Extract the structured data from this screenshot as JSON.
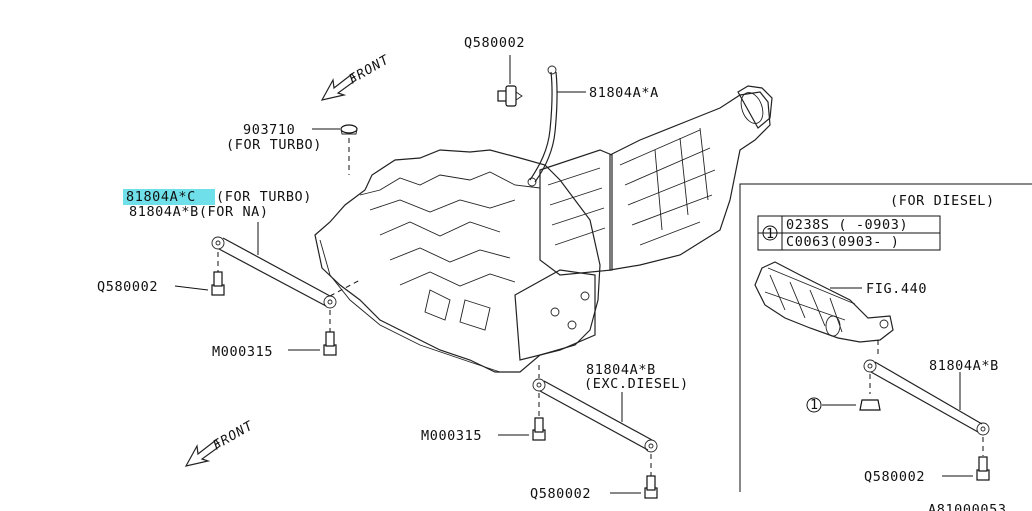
{
  "colors": {
    "highlight": "#6fe0ea",
    "ink": "#111111"
  },
  "front_arrows": {
    "top_label": "FRONT",
    "bottom_label": "FRONT"
  },
  "labels": {
    "q580002_top": "Q580002",
    "part_81804AxA": "81804A*A",
    "part_903710": "903710",
    "for_turbo_1": "(FOR TURBO)",
    "part_81804AxC": "81804A*C",
    "for_turbo_2": "(FOR TURBO)",
    "part_81804AxB_na": "81804A*B(FOR NA)",
    "q580002_left": "Q580002",
    "m000315_left": "M000315",
    "part_81804AxB_mid": "81804A*B",
    "exc_diesel": "(EXC.DIESEL)",
    "m000315_bottom": "M000315",
    "q580002_bottom": "Q580002"
  },
  "diesel_panel": {
    "title": "(FOR DIESEL)",
    "callout_number": "1",
    "table_rows": [
      "0238S ( -0903)",
      "C0063(0903- )"
    ],
    "fig_ref": "FIG.440",
    "part_81804AxB": "81804A*B",
    "q580002": "Q580002"
  },
  "ref_code": "A81000053"
}
